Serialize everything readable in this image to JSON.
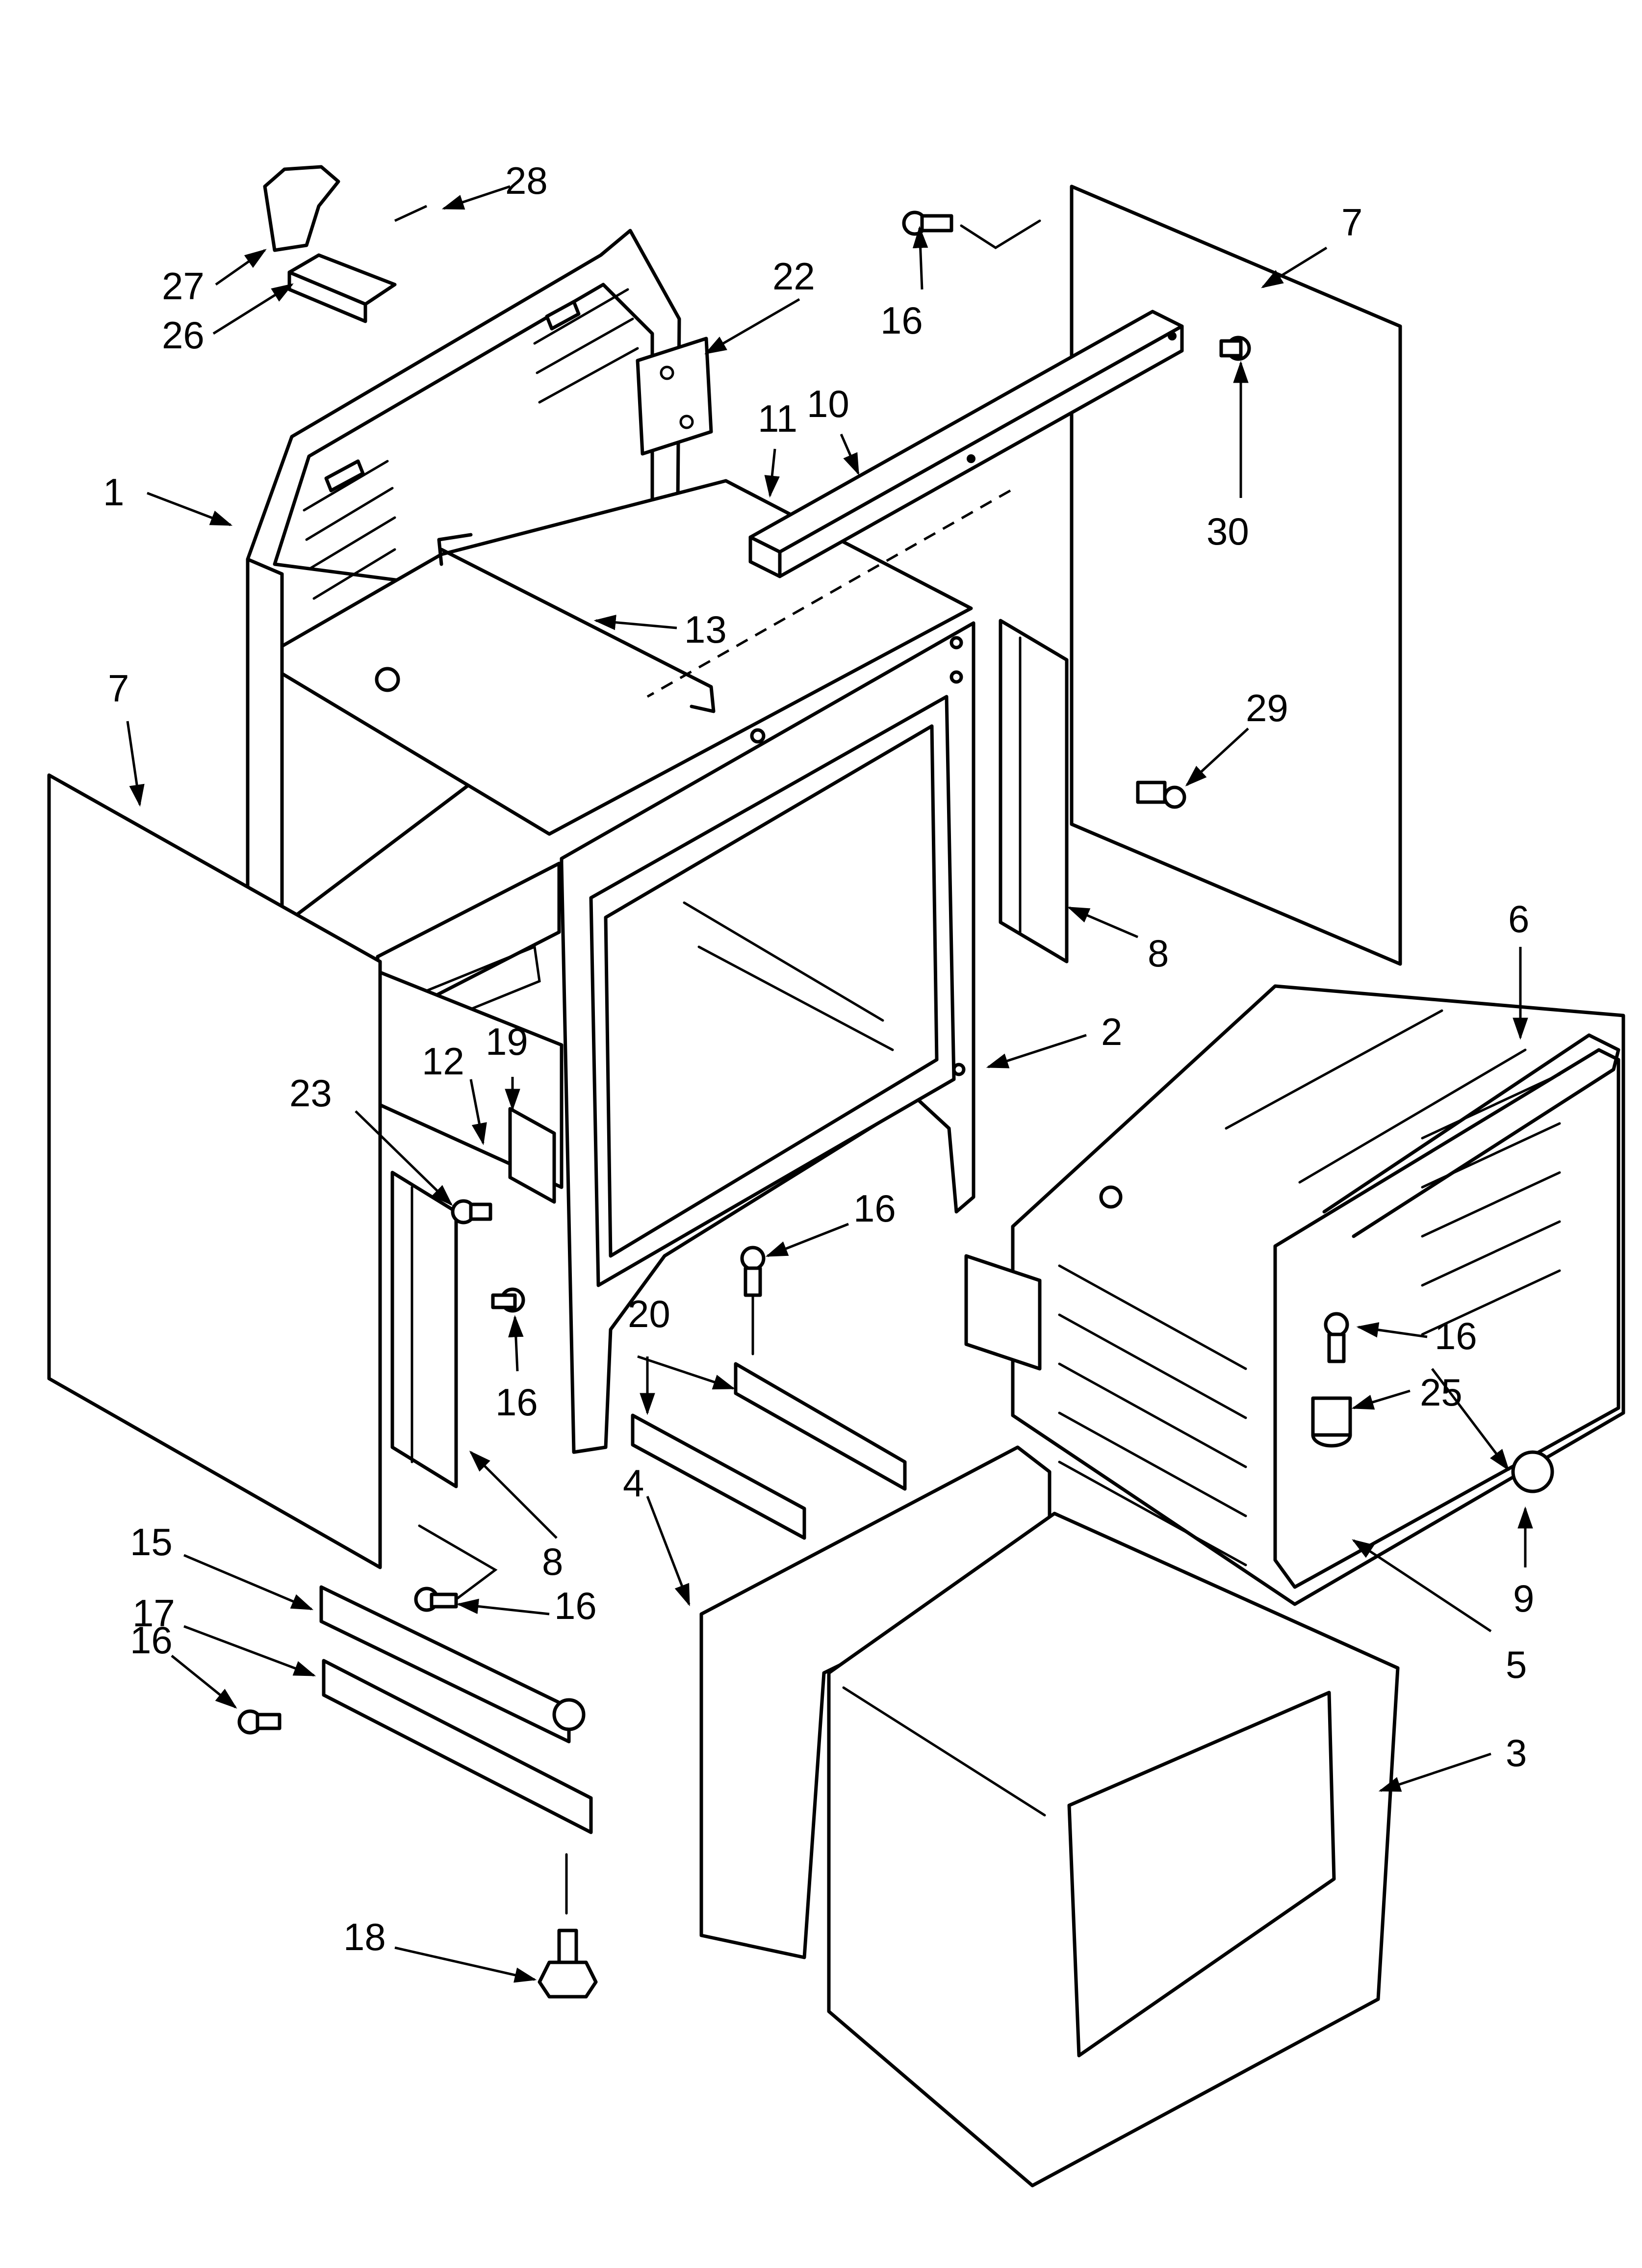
{
  "callouts": [
    {
      "id": "c1",
      "text": "1"
    },
    {
      "id": "c2",
      "text": "2"
    },
    {
      "id": "c3",
      "text": "3"
    },
    {
      "id": "c4",
      "text": "4"
    },
    {
      "id": "c5",
      "text": "5"
    },
    {
      "id": "c6",
      "text": "6"
    },
    {
      "id": "c7a",
      "text": "7"
    },
    {
      "id": "c7b",
      "text": "7"
    },
    {
      "id": "c8a",
      "text": "8"
    },
    {
      "id": "c8b",
      "text": "8"
    },
    {
      "id": "c9",
      "text": "9"
    },
    {
      "id": "c10",
      "text": "10"
    },
    {
      "id": "c11",
      "text": "11"
    },
    {
      "id": "c12",
      "text": "12"
    },
    {
      "id": "c13",
      "text": "13"
    },
    {
      "id": "c15",
      "text": "15"
    },
    {
      "id": "c16a",
      "text": "16"
    },
    {
      "id": "c16b",
      "text": "16"
    },
    {
      "id": "c16c",
      "text": "16"
    },
    {
      "id": "c16d",
      "text": "16"
    },
    {
      "id": "c16e",
      "text": "16"
    },
    {
      "id": "c16f",
      "text": "16"
    },
    {
      "id": "c17",
      "text": "17"
    },
    {
      "id": "c18",
      "text": "18"
    },
    {
      "id": "c19",
      "text": "19"
    },
    {
      "id": "c20",
      "text": "20"
    },
    {
      "id": "c22",
      "text": "22"
    },
    {
      "id": "c23",
      "text": "23"
    },
    {
      "id": "c25",
      "text": "25"
    },
    {
      "id": "c26",
      "text": "26"
    },
    {
      "id": "c27",
      "text": "27"
    },
    {
      "id": "c28",
      "text": "28"
    },
    {
      "id": "c29",
      "text": "29"
    },
    {
      "id": "c30",
      "text": "30"
    }
  ]
}
